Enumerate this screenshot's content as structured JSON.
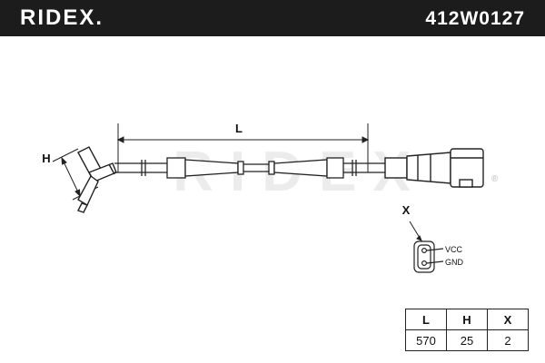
{
  "header": {
    "brand": "RIDEX.",
    "part_number": "412W0127"
  },
  "watermark": {
    "text": "RIDEX"
  },
  "drawing": {
    "dimension_length_label": "L",
    "dimension_height_label": "H",
    "connector_view_label": "X",
    "pin_labels": [
      "VCC",
      "GND"
    ]
  },
  "spec_table": {
    "headers": [
      "L",
      "H",
      "X"
    ],
    "values": [
      "570",
      "25",
      "2"
    ]
  },
  "colors": {
    "header_bg": "#1c1c1c",
    "line": "#222222"
  }
}
